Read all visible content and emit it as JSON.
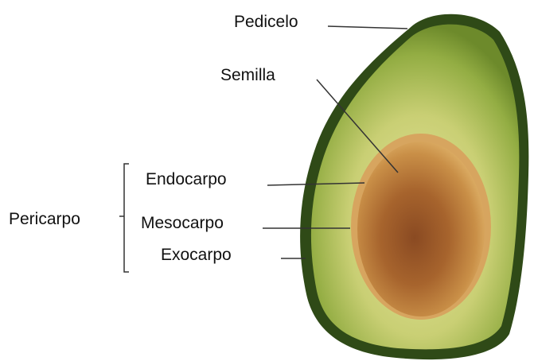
{
  "labels": {
    "pedicelo": "Pedicelo",
    "semilla": "Semilla",
    "endocarpo": "Endocarpo",
    "mesocarpo": "Mesocarpo",
    "exocarpo": "Exocarpo",
    "pericarpo": "Pericarpo"
  },
  "colors": {
    "skin": "#2f4a17",
    "flesh_outer": "#7f9a35",
    "flesh_inner": "#d6d78a",
    "seed_coat": "#c98f47",
    "seed_core": "#9a5a2a",
    "leader": "#333333"
  }
}
